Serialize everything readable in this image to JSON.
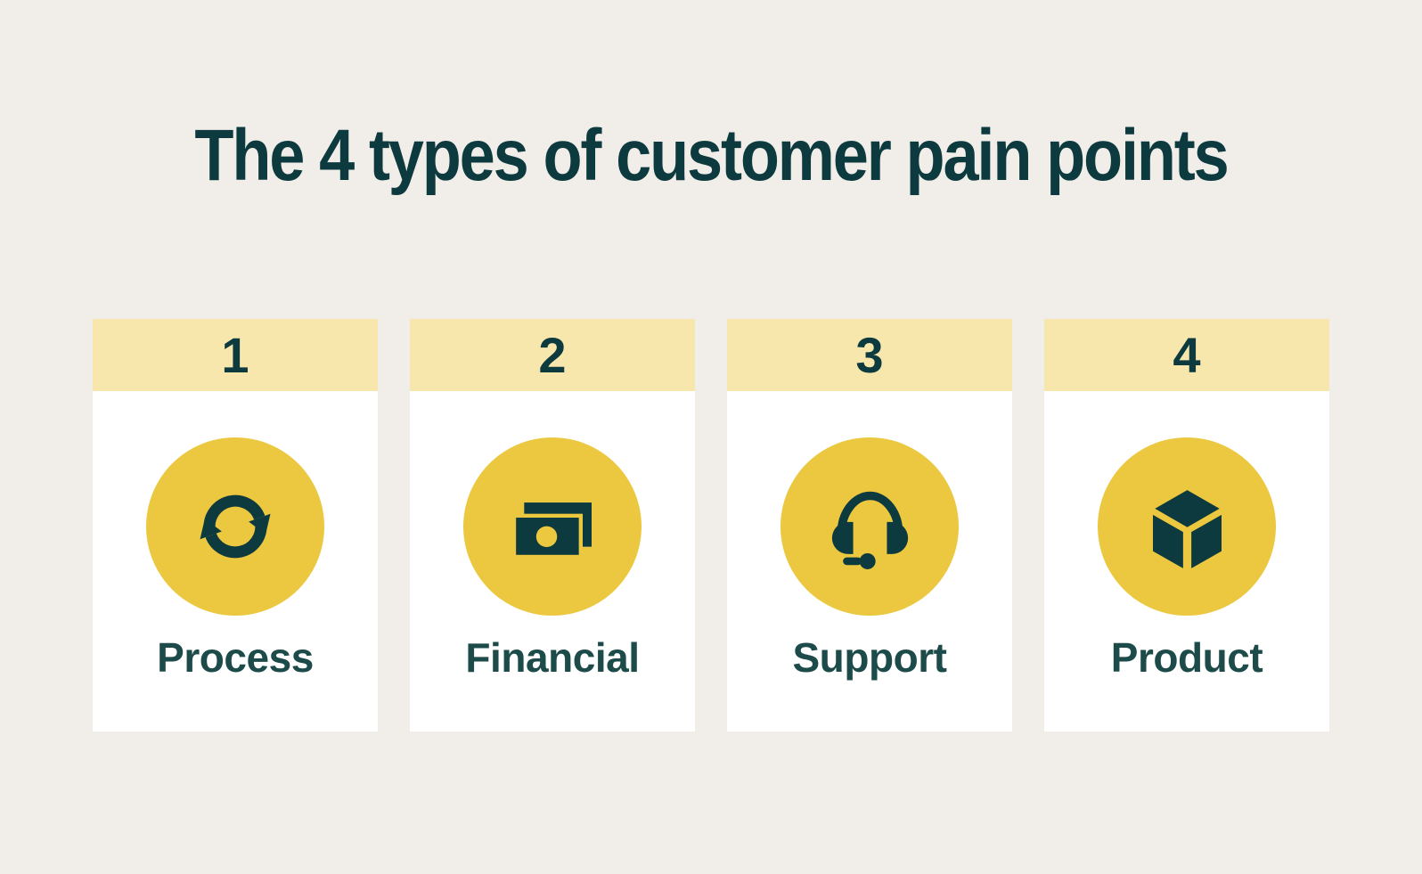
{
  "title": "The 4 types of customer pain points",
  "colors": {
    "bg": "#F1EDE9",
    "band": "#F8E7AC",
    "circle": "#EBC83F",
    "teal": "#0C3A3E",
    "label": "#1D4B49"
  },
  "cards": [
    {
      "number": "1",
      "label": "Process",
      "icon": "sync-icon"
    },
    {
      "number": "2",
      "label": "Financial",
      "icon": "money-icon"
    },
    {
      "number": "3",
      "label": "Support",
      "icon": "headset-icon"
    },
    {
      "number": "4",
      "label": "Product",
      "icon": "cube-icon"
    }
  ]
}
